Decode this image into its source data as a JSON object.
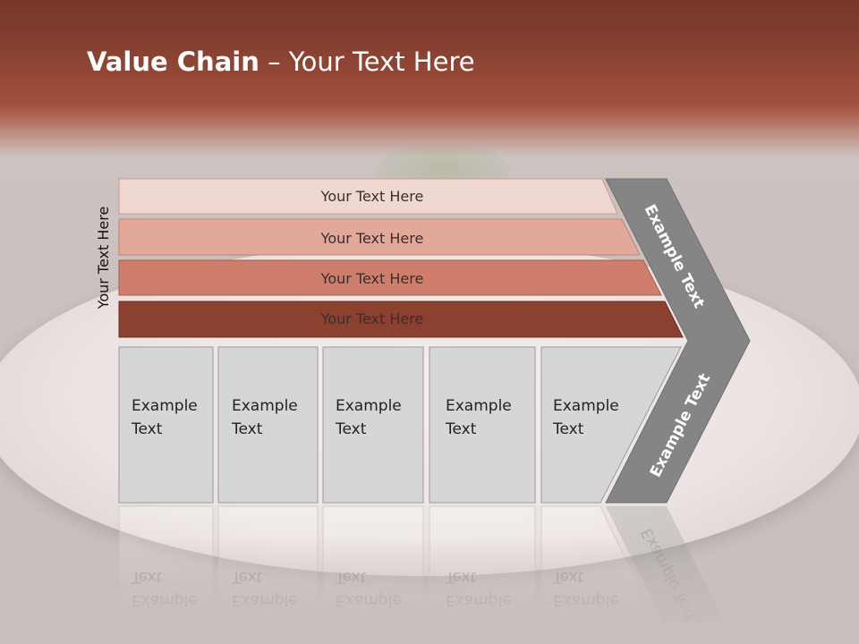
{
  "title": {
    "bold": "Value Chain",
    "rest": " – Your Text Here"
  },
  "side_label": "Your Text Here",
  "bars": [
    {
      "label": "Your Text Here",
      "color": "#f0d8d2"
    },
    {
      "label": "Your Text Here",
      "color": "#e2a99b"
    },
    {
      "label": "Your Text Here",
      "color": "#cf7e6b"
    },
    {
      "label": "Your Text Here",
      "color": "#8c4030"
    }
  ],
  "chevron": {
    "upper_label": "Example Text",
    "lower_label": "Example Text",
    "color": "#858585"
  },
  "columns": [
    {
      "line1": "Example",
      "line2": "Text"
    },
    {
      "line1": "Example",
      "line2": "Text"
    },
    {
      "line1": "Example",
      "line2": "Text"
    },
    {
      "line1": "Example",
      "line2": "Text"
    },
    {
      "line1": "Example",
      "line2": "Text"
    }
  ],
  "reflection_chevron_label": "Example Text",
  "colors": {
    "header": "#8a4232",
    "column_fill": "#d6d6d6",
    "column_border": "#9a9a9a"
  }
}
